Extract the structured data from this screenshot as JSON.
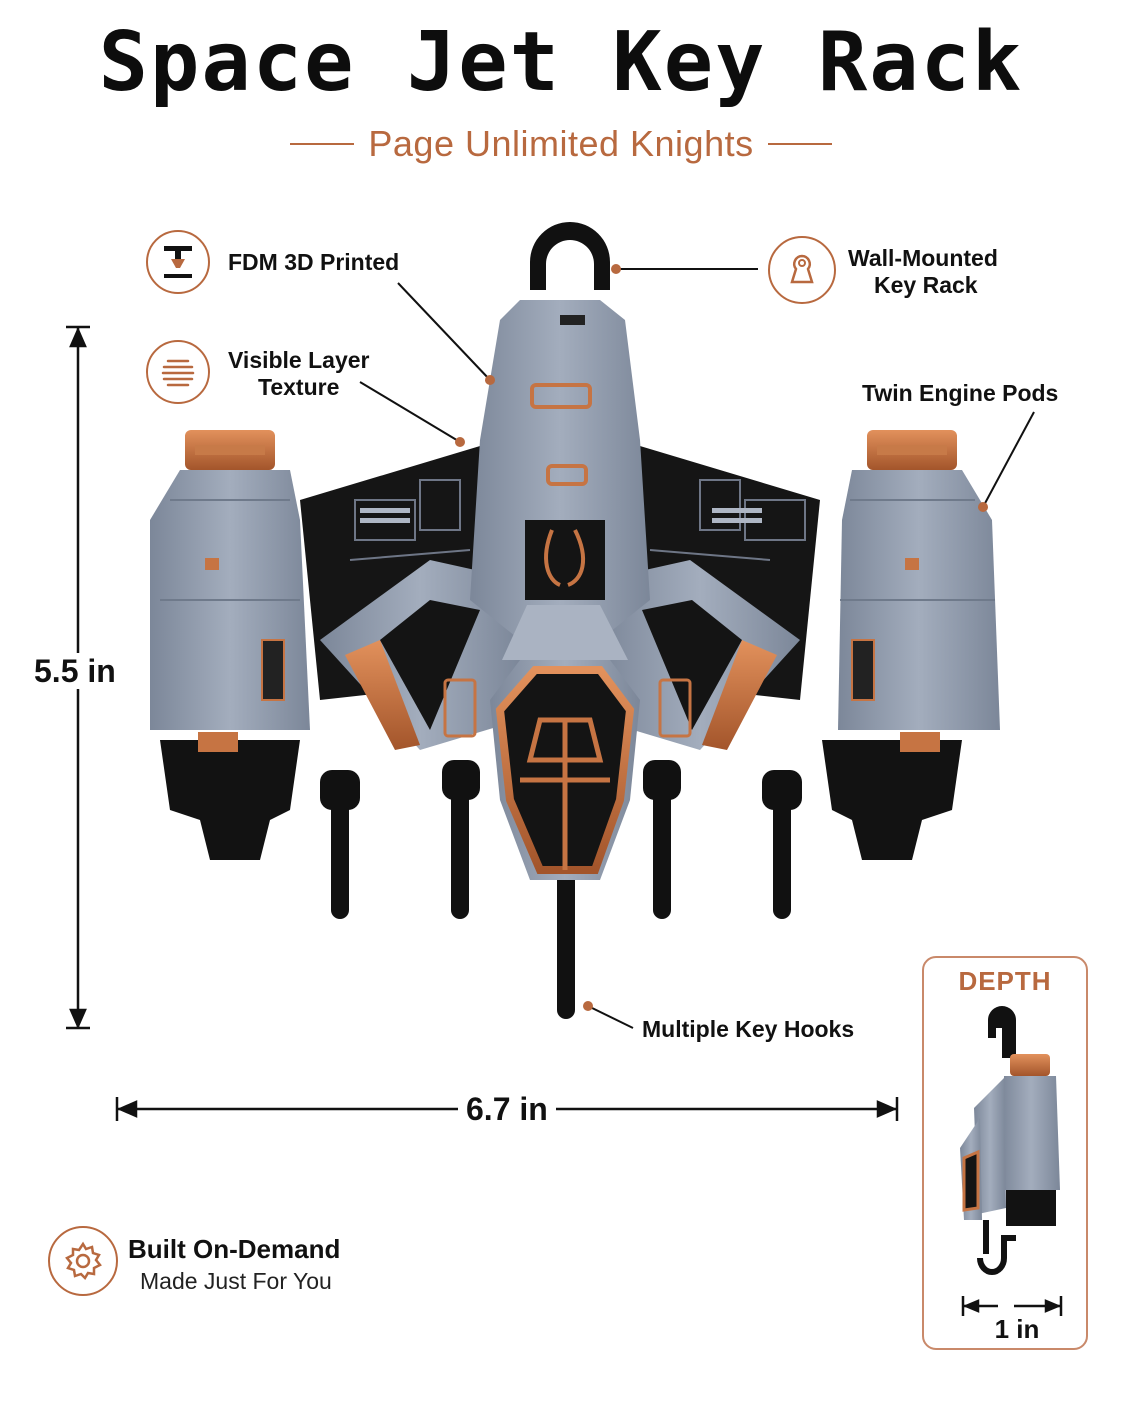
{
  "header": {
    "title": "Space Jet Key Rack",
    "subtitle": "Page Unlimited Knights"
  },
  "callouts": {
    "fdm": "FDM 3D Printed",
    "layer_line1": "Visible Layer",
    "layer_line2": "Texture",
    "wall_line1": "Wall-Mounted",
    "wall_line2": "Key Rack",
    "engines": "Twin Engine Pods",
    "hooks": "Multiple Key Hooks"
  },
  "dimensions": {
    "height": "5.5 in",
    "width": "6.7 in",
    "depth_title": "DEPTH",
    "depth": "1 in"
  },
  "badge": {
    "title": "Built On-Demand",
    "subtitle": "Made Just For You"
  },
  "icons": {
    "fdm": "3d-printer-nozzle-icon",
    "layer": "layer-lines-icon",
    "wall": "wall-mount-keyhole-icon",
    "badge": "gear-icon"
  },
  "colors": {
    "accent": "#b8693f",
    "body_gray": "#8d98aa",
    "dark": "#111111"
  }
}
